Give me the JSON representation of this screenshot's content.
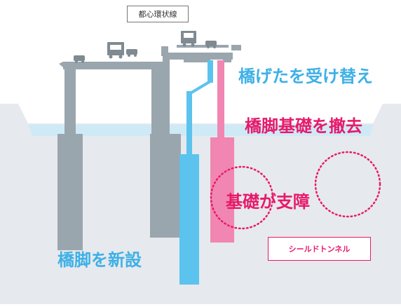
{
  "labels": {
    "expressway": "都心環状線",
    "replace_girder": "橋げたを受け替え",
    "remove_foundation": "橋脚基礎を撤去",
    "foundation_obstructs": "基礎が支障",
    "new_pier": "橋脚を新設",
    "shield_tunnel": "シールドトンネル"
  },
  "colors": {
    "ground": "#e6e9ed",
    "water": "#cfeaf7",
    "old_pier": "#9aa6ae",
    "new_pier": "#5bc3ee",
    "removed_pier": "#f086b1",
    "accent_blue": "#3eb0e6",
    "accent_red": "#e8196a"
  }
}
